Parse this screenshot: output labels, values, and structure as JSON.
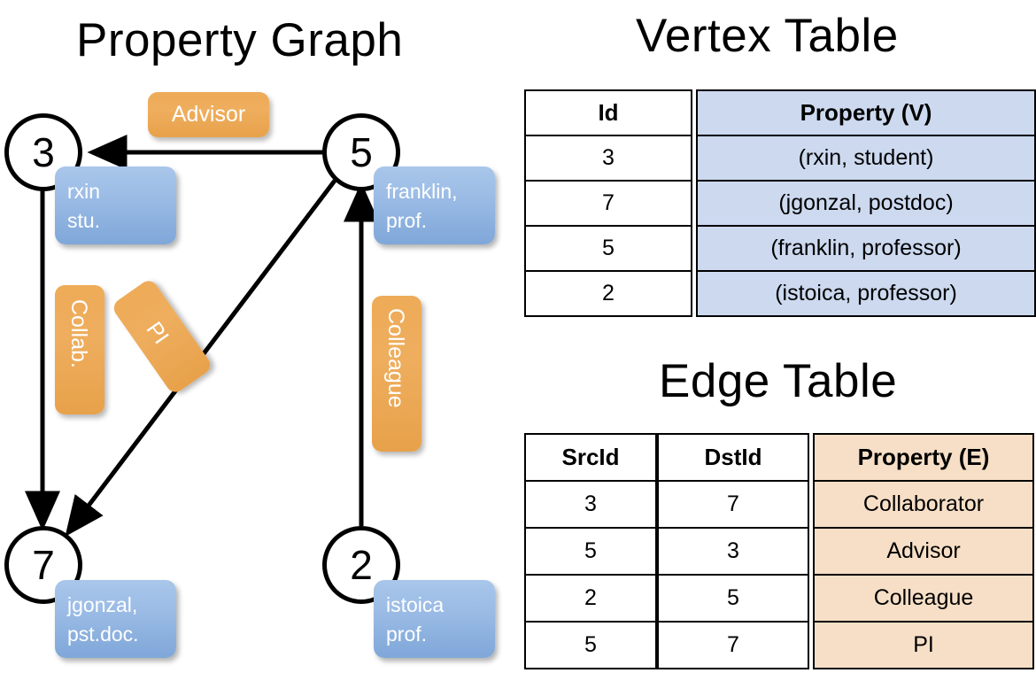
{
  "titles": {
    "property_graph": "Property Graph",
    "vertex_table": "Vertex Table",
    "edge_table": "Edge Table"
  },
  "graph": {
    "nodes": [
      {
        "id": "3",
        "property": {
          "line1": "rxin",
          "line2": "stu."
        }
      },
      {
        "id": "5",
        "property": {
          "line1": "franklin,",
          "line2": "prof."
        }
      },
      {
        "id": "7",
        "property": {
          "line1": "jgonzal,",
          "line2": "pst.doc."
        }
      },
      {
        "id": "2",
        "property": {
          "line1": "istoica",
          "line2": "prof."
        }
      }
    ],
    "edge_labels": {
      "advisor": "Advisor",
      "collab": "Collab.",
      "pi": "PI",
      "colleague": "Colleague"
    },
    "colors": {
      "node_stroke": "#000000",
      "vertex_box": "#8fb4e3",
      "edge_box": "#eeab58"
    }
  },
  "vertex_table": {
    "headers": {
      "id": "Id",
      "property": "Property (V)"
    },
    "rows": [
      {
        "id": "3",
        "property": "(rxin, student)"
      },
      {
        "id": "7",
        "property": "(jgonzal, postdoc)"
      },
      {
        "id": "5",
        "property": "(franklin, professor)"
      },
      {
        "id": "2",
        "property": "(istoica, professor)"
      }
    ],
    "colors": {
      "header_property": "#ccd9ef",
      "cell_property": "#ccd9ef"
    }
  },
  "edge_table": {
    "headers": {
      "src": "SrcId",
      "dst": "DstId",
      "property": "Property (E)"
    },
    "rows": [
      {
        "src": "3",
        "dst": "7",
        "property": "Collaborator"
      },
      {
        "src": "5",
        "dst": "3",
        "property": "Advisor"
      },
      {
        "src": "2",
        "dst": "5",
        "property": "Colleague"
      },
      {
        "src": "5",
        "dst": "7",
        "property": "PI"
      }
    ],
    "colors": {
      "header_property": "#f6dfc6",
      "cell_property": "#f6dfc6"
    }
  }
}
